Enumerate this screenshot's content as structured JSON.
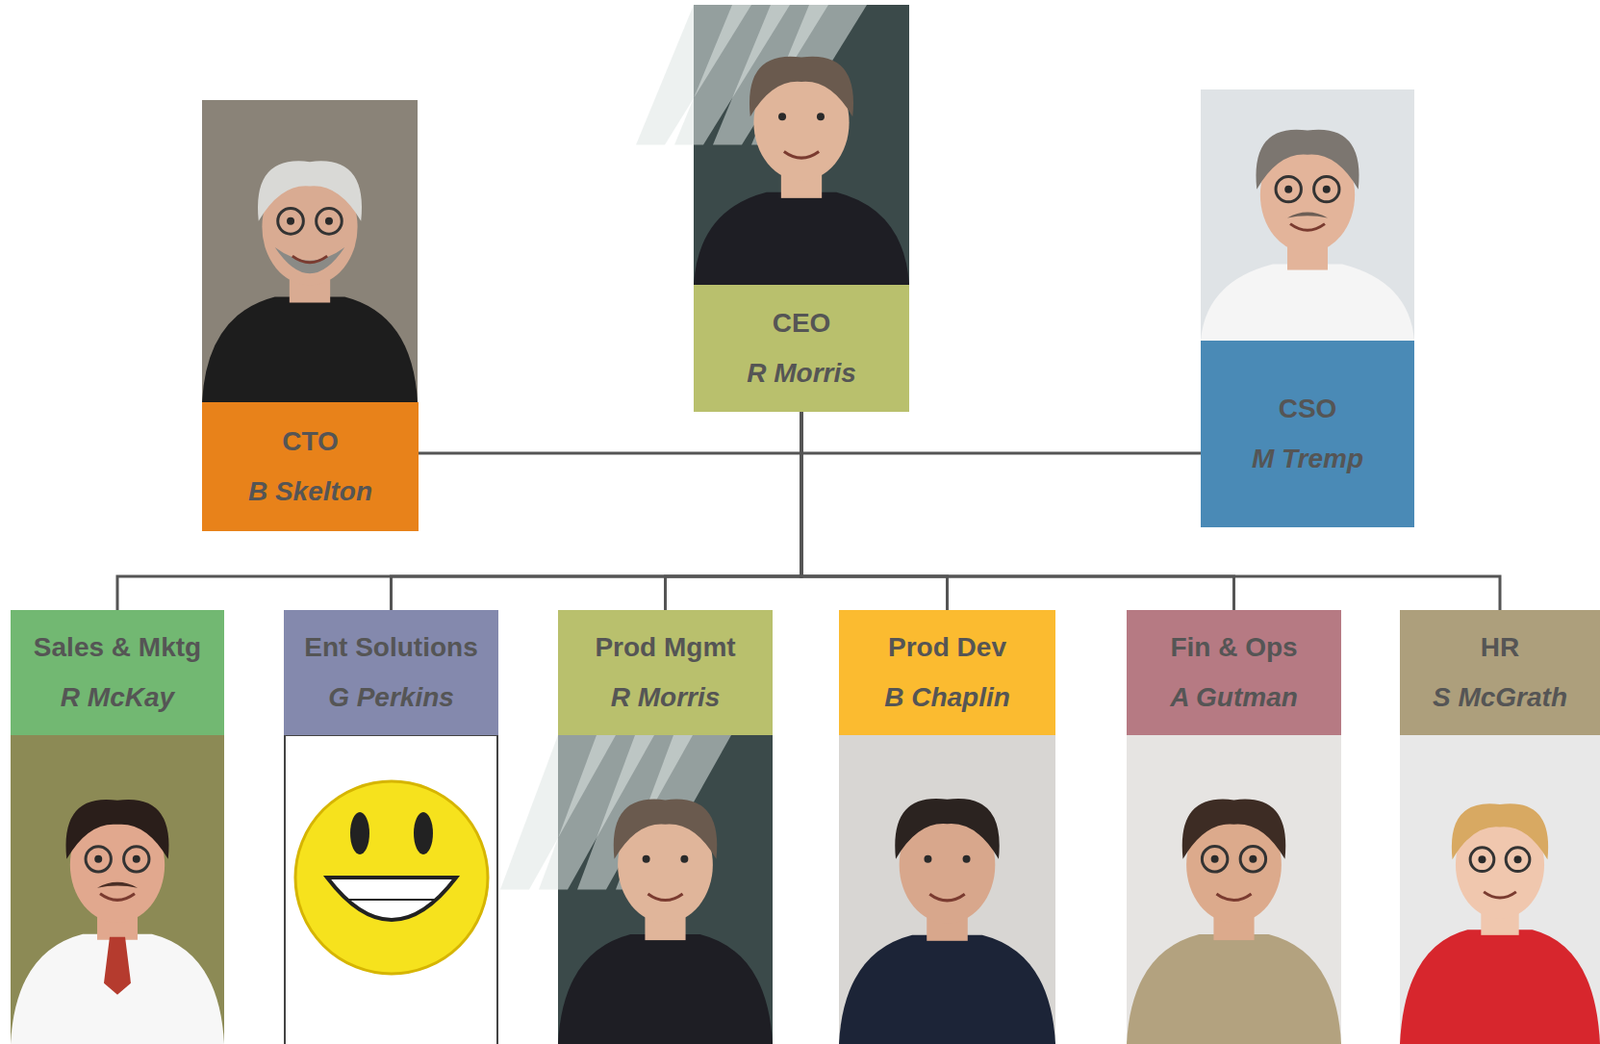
{
  "diagram": {
    "nodes": [
      {
        "text": [
          "CEO",
          "R Morris"
        ]
      },
      {
        "text": [
          "CTO",
          "B Skelton"
        ]
      },
      {
        "text": [
          "CSO",
          "M Tremp"
        ]
      },
      {
        "text": [
          "Sales & Mktg",
          "R McKay"
        ]
      },
      {
        "text": [
          "Ent Solutions",
          "G Perkins"
        ]
      },
      {
        "text": [
          "Prod Mgmt",
          "R Morris"
        ]
      },
      {
        "text": [
          "Prod Dev",
          "B Chaplin"
        ]
      },
      {
        "text": [
          "Fin & Ops",
          "A Gutman"
        ]
      },
      {
        "text": [
          "HR",
          "S McGrath"
        ]
      }
    ],
    "edges": [
      {
        "from": 0,
        "to": 1,
        "arrow": "none"
      },
      {
        "from": 0,
        "to": 2,
        "arrow": "none"
      },
      {
        "from": 0,
        "to": 3,
        "arrow": "none"
      },
      {
        "from": 0,
        "to": 4,
        "arrow": "none"
      },
      {
        "from": 0,
        "to": 5,
        "arrow": "none"
      },
      {
        "from": 0,
        "to": 6,
        "arrow": "none"
      },
      {
        "from": 0,
        "to": 7,
        "arrow": "none"
      },
      {
        "from": 0,
        "to": 8,
        "arrow": "none"
      }
    ]
  }
}
